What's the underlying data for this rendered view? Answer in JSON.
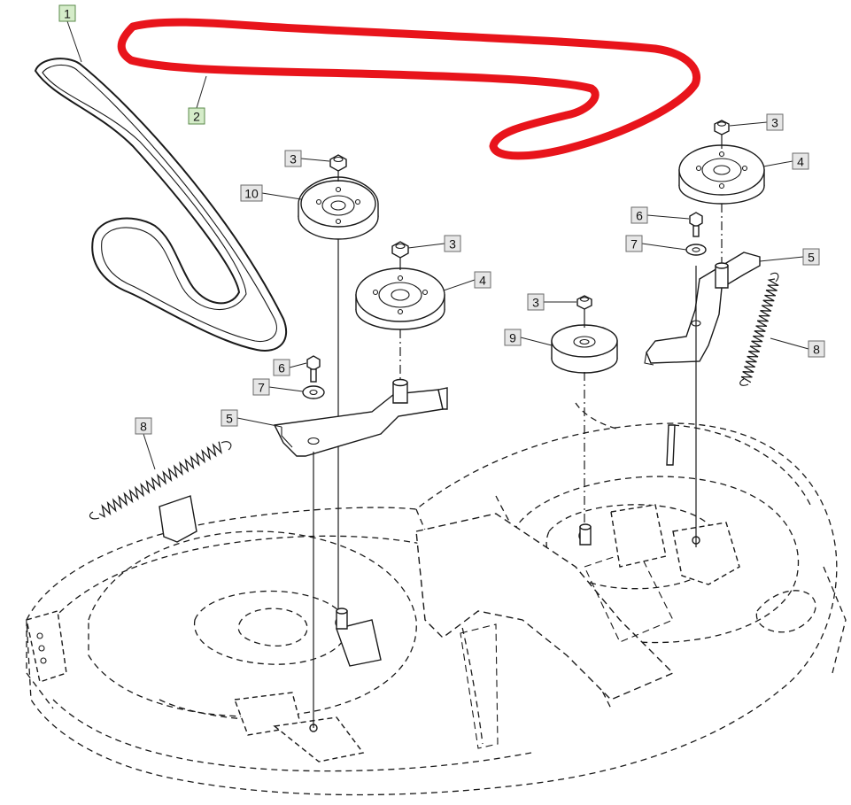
{
  "diagram": {
    "highlight_color": "#e8141b",
    "callouts": [
      {
        "id": "c1",
        "label": "1"
      },
      {
        "id": "c2",
        "label": "2"
      },
      {
        "id": "c3a",
        "label": "3"
      },
      {
        "id": "c3b",
        "label": "3"
      },
      {
        "id": "c3c",
        "label": "3"
      },
      {
        "id": "c3d",
        "label": "3"
      },
      {
        "id": "c4a",
        "label": "4"
      },
      {
        "id": "c4b",
        "label": "4"
      },
      {
        "id": "c5a",
        "label": "5"
      },
      {
        "id": "c5b",
        "label": "5"
      },
      {
        "id": "c6a",
        "label": "6"
      },
      {
        "id": "c6b",
        "label": "6"
      },
      {
        "id": "c7a",
        "label": "7"
      },
      {
        "id": "c7b",
        "label": "7"
      },
      {
        "id": "c8a",
        "label": "8"
      },
      {
        "id": "c8b",
        "label": "8"
      },
      {
        "id": "c9",
        "label": "9"
      },
      {
        "id": "c10",
        "label": "10"
      }
    ]
  }
}
